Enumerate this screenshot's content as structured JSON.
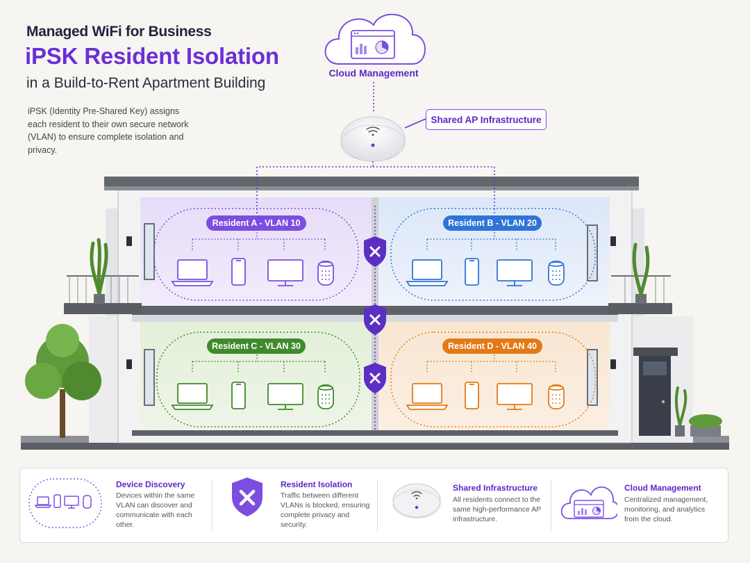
{
  "header": {
    "overline": "Managed WiFi for Business",
    "title": "iPSK Resident Isolation",
    "subtitle": "in a Build-to-Rent Apartment Building",
    "description": "iPSK (Identity Pre-Shared Key) assigns each resident to their own secure network (VLAN) to ensure complete isolation and privacy."
  },
  "diagram": {
    "cloud_label": "Cloud Management",
    "ap_label": "Shared AP Infrastructure",
    "residents": [
      {
        "label": "Resident A - VLAN 10",
        "color": "#7b4ee0"
      },
      {
        "label": "Resident B - VLAN 20",
        "color": "#2f74d6"
      },
      {
        "label": "Resident C - VLAN 30",
        "color": "#3f8a2c"
      },
      {
        "label": "Resident D - VLAN 40",
        "color": "#e37a16"
      }
    ]
  },
  "legend": [
    {
      "title": "Device Discovery",
      "text": "Devices within the same VLAN can discover and communicate with each other."
    },
    {
      "title": "Resident Isolation",
      "text": "Traffic between different VLANs is blocked, ensuring complete privacy and security."
    },
    {
      "title": "Shared Infrastructure",
      "text": "All residents connect to the same high-performance AP infrastructure."
    },
    {
      "title": "Cloud Management",
      "text": "Centralized management, monitoring, and analytics from the cloud."
    }
  ],
  "icons": [
    "cloud-icon",
    "dashboard-icon",
    "access-point-icon",
    "wifi-icon",
    "laptop-icon",
    "phone-icon",
    "monitor-icon",
    "smart-speaker-icon",
    "shield-x-icon",
    "tree-icon",
    "plant-icon",
    "door-icon",
    "wall-lamp-icon"
  ]
}
